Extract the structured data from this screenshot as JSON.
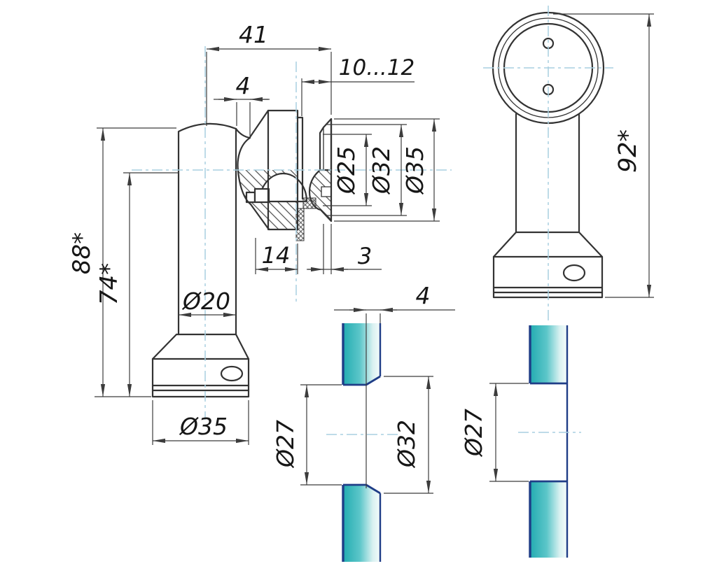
{
  "page": {
    "type": "engineering-drawing",
    "subject": "glass holder pivot fitting - side section, front view and glass hole sections",
    "background": "#ffffff"
  },
  "colors": {
    "outline": "#333333",
    "dimension_line": "#3c3c3c",
    "centerline": "#a8cfe0",
    "glass_teal": "#2ab1b5",
    "glass_edge": "#1f3d87",
    "text": "#161616"
  },
  "side_view": {
    "label": "side-section-view",
    "dims": {
      "length_overall": "41",
      "neck_width": "4",
      "glass_thickness_range": "10...12",
      "washer_face_dia": "Ø25",
      "washer_body_dia": "Ø32",
      "washer_rim_dia": "Ø35",
      "socket_depth": "14",
      "rim_thickness": "3",
      "height_total": "88*",
      "height_to_axis": "74*",
      "post_dia": "Ø20",
      "base_dia": "Ø35"
    }
  },
  "front_view": {
    "label": "front-view",
    "dims": {
      "height_total": "92*"
    }
  },
  "glass_section_chamfered": {
    "label": "glass-section-countersunk-hole",
    "dims": {
      "chamfer_depth": "4",
      "hole_dia": "Ø27",
      "countersink_dia": "Ø32"
    }
  },
  "glass_section_plain": {
    "label": "glass-section-plain-hole",
    "dims": {
      "hole_dia": "Ø27"
    }
  }
}
